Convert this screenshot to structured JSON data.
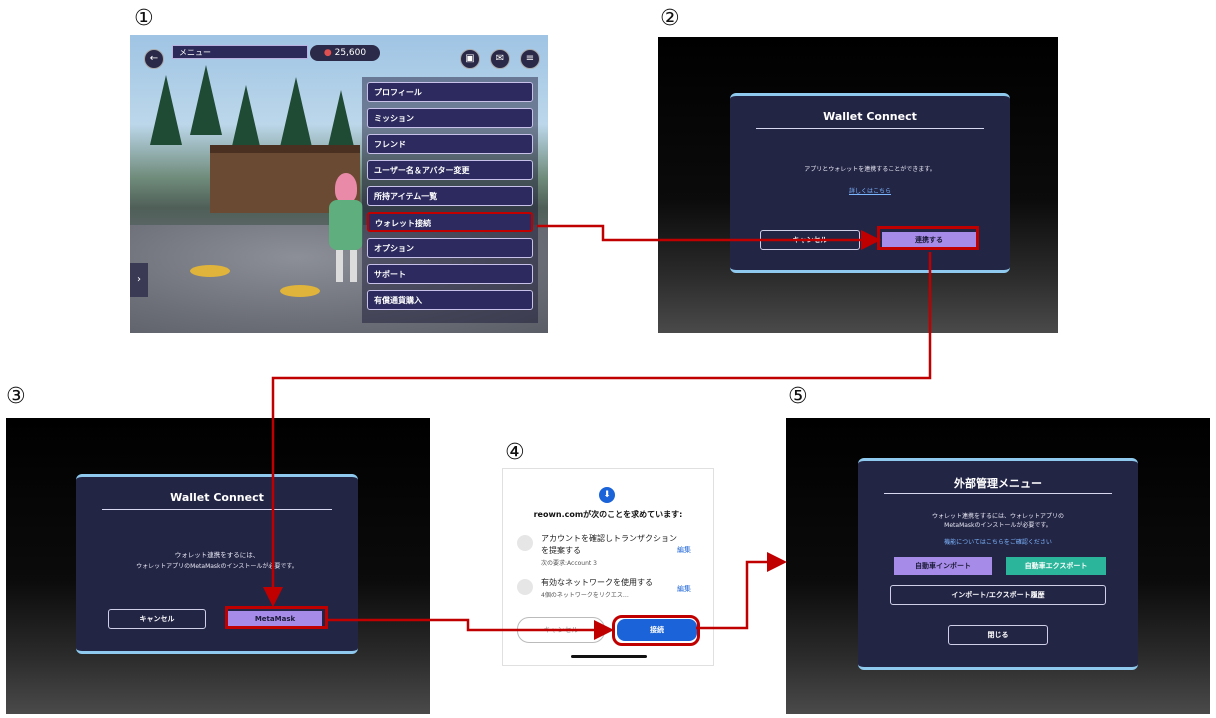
{
  "steps": {
    "s1": "①",
    "s2": "②",
    "s3": "③",
    "s4": "④",
    "s5": "⑤"
  },
  "panel1": {
    "menu_title": "メニュー",
    "coins": "25,600",
    "items": [
      "プロフィール",
      "ミッション",
      "フレンド",
      "ユーザー名＆アバター変更",
      "所持アイテム一覧",
      "ウォレット接続",
      "オプション",
      "サポート",
      "有償通貨購入"
    ]
  },
  "panel2": {
    "title": "Wallet Connect",
    "message": "アプリとウォレットを連携することができます。",
    "link": "詳しくはこちら",
    "cancel": "キャンセル",
    "confirm": "連携する"
  },
  "panel3": {
    "title": "Wallet Connect",
    "message_line1": "ウォレット連携をするには、",
    "message_line2": "ウォレットアプリのMetaMaskのインストールが必要です。",
    "cancel": "キャンセル",
    "confirm": "MetaMask"
  },
  "panel4": {
    "heading": "reown.comが次のことを求めています:",
    "perm1_line1": "アカウントを確認しトランザクション",
    "perm1_line2": "を提案する",
    "perm1_sub": "次の要求:Account 3",
    "perm2_line1": "有効なネットワークを使用する",
    "perm2_sub": "4個のネットワークをリクエス…",
    "edit": "編集",
    "cancel": "キャンセル",
    "connect": "接続"
  },
  "panel5": {
    "title": "外部管理メニュー",
    "message_line1": "ウォレット連携をするには、ウォレットアプリの",
    "message_line2": "MetaMaskのインストールが必要です。",
    "link": "機能についてはこちらをご確認ください",
    "import": "自動車インポート",
    "export": "自動車エクスポート",
    "history": "インポート/エクスポート履歴",
    "close": "閉じる"
  },
  "colors": {
    "connector": "#c00000",
    "dialog_bg": "#232545",
    "accent_purple": "#a78be8",
    "accent_teal": "#2bb59a",
    "phone_blue": "#1a63d8"
  }
}
